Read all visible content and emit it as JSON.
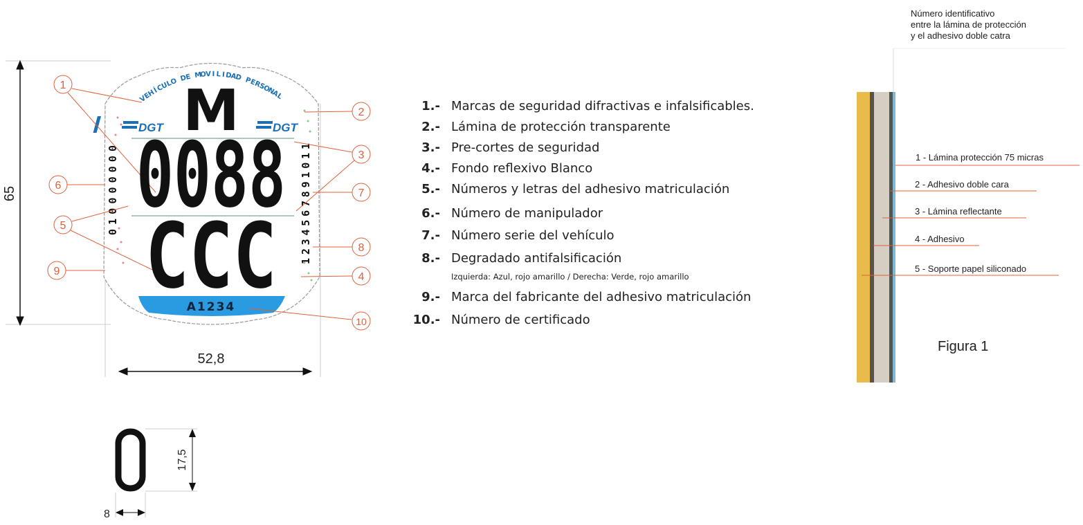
{
  "sticker": {
    "arc_text": "VEHÍCULO DE MOVILIDAD PERSONAL",
    "province_letter": "M",
    "number": "0088",
    "letters": "CCC",
    "certificate": "A1234",
    "logo_text": "DGT",
    "manipulator_number": "010000000",
    "vehicle_serial": "1234567891011",
    "callouts": [
      "1",
      "2",
      "3",
      "4",
      "5",
      "6",
      "7",
      "8",
      "9",
      "10"
    ],
    "colors": {
      "blue": "#2a9be0",
      "logo_blue": "#1a6fb5",
      "callout": "#e0603a"
    }
  },
  "dimensions": {
    "height": "65",
    "width": "52,8",
    "char_height": "17,5",
    "char_width": "8",
    "char_sample": "0"
  },
  "legend": {
    "items": [
      {
        "num": "1.-",
        "text": "Marcas de seguridad difractivas e infalsificables."
      },
      {
        "num": "2.-",
        "text": "Lámina de protección transparente"
      },
      {
        "num": "3.-",
        "text": "Pre-cortes de seguridad"
      },
      {
        "num": "4.-",
        "text": "Fondo reflexivo Blanco"
      },
      {
        "num": "5.-",
        "text": "Números y letras del adhesivo matriculación"
      },
      {
        "num": "6.-",
        "text": "Número de manipulador"
      },
      {
        "num": "7.-",
        "text": "Número serie del vehículo"
      },
      {
        "num": "8.-",
        "text": "Degradado antifalsificación"
      },
      {
        "num": "9.-",
        "text": "Marca del fabricante del adhesivo matriculación"
      },
      {
        "num": "10.-",
        "text": "Número de certificado"
      }
    ],
    "sub_note": "Izquierda: Azul, rojo amarillo / Derecha: Verde, rojo amarillo"
  },
  "figure": {
    "note_lines": [
      "Número identificativo",
      "entre la lámina de protección",
      "y el adhesivo doble catra"
    ],
    "layers": [
      "1 - Lámina protección 75 micras",
      "2 - Adhesivo doble cara",
      "3 - Lámina reflectante",
      "4 - Adhesivo",
      "5 - Soporte papel siliconado"
    ],
    "layer_colors": [
      "#e8bb4a",
      "#5a524c",
      "#d4cec3",
      "#4e5552",
      "#7fb8cf"
    ],
    "caption": "Figura 1"
  }
}
